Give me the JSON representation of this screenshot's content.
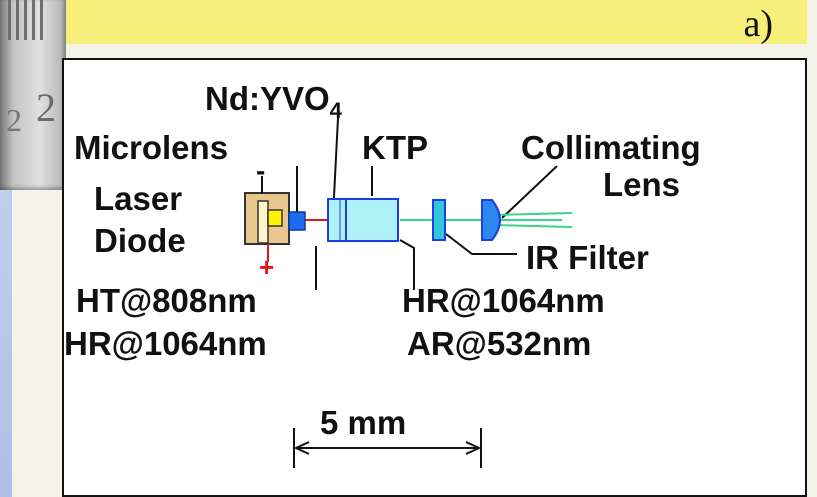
{
  "panel_label": "a)",
  "labels": {
    "crystal": "Nd:YVO",
    "crystal_subscript": "4",
    "microlens": "Microlens",
    "ktp": "KTP",
    "collimating_line1": "Collimating",
    "collimating_line2": "Lens",
    "laser_line1": "Laser",
    "laser_line2": "Diode",
    "ir_filter": "IR Filter",
    "coating_left_1": "HT@808nm",
    "coating_left_2": "HR@1064nm",
    "coating_right_1": "HR@1064nm",
    "coating_right_2": "AR@532nm",
    "minus": "-",
    "plus": "+",
    "scale": "5 mm"
  },
  "photo_glyph": "2",
  "photo_glyph_small": "2",
  "colors": {
    "header_band": "#f6f07a",
    "diode_body": "#e8c68e",
    "microlens": "#1d6cf0",
    "crystal": "#aef2f8",
    "crystal_edge": "#1c3ee6",
    "beam_ir": "#e01515",
    "beam_green": "#36d58a",
    "polarity_plus": "#e8141b"
  }
}
